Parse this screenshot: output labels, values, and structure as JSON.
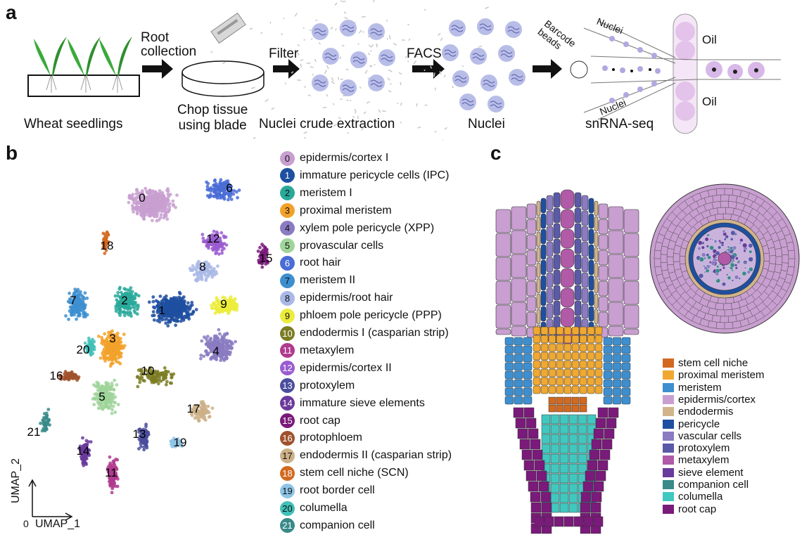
{
  "panel_labels": {
    "a": "a",
    "b": "b",
    "c": "c"
  },
  "workflow": {
    "step1": "Wheat seedlings",
    "arrow1": "Root\ncollection",
    "step2": "Chop tissue\nusing blade",
    "arrow2": "Filter",
    "step3": "Nuclei crude extraction",
    "arrow3": "FACS",
    "step4": "Nuclei",
    "step5": "snRNA-seq",
    "barcode": "Barcode\nbeads",
    "nuclei_top": "Nuclei",
    "nuclei_bottom": "Nuclei",
    "oil_top": "Oil",
    "oil_bottom": "Oil"
  },
  "umap": {
    "xaxis": "UMAP_1",
    "yaxis": "UMAP_2",
    "origin": "0"
  },
  "clusters": [
    {
      "id": "0",
      "label": "epidermis/cortex I",
      "color": "#c89fd0"
    },
    {
      "id": "1",
      "label": "immature pericycle cells (IPC)",
      "color": "#1e4fa0"
    },
    {
      "id": "2",
      "label": "meristem I",
      "color": "#2aa99a"
    },
    {
      "id": "3",
      "label": "proximal meristem",
      "color": "#f2a22a"
    },
    {
      "id": "4",
      "label": "xylem pole pericycle (XPP)",
      "color": "#8a7bc2"
    },
    {
      "id": "5",
      "label": "provascular cells",
      "color": "#9fd49a"
    },
    {
      "id": "6",
      "label": "root hair",
      "color": "#4a6cd6"
    },
    {
      "id": "7",
      "label": "meristem II",
      "color": "#3d8fd0"
    },
    {
      "id": "8",
      "label": "epidermis/root hair",
      "color": "#a9b8e6"
    },
    {
      "id": "9",
      "label": "phloem pole pericycle (PPP)",
      "color": "#ecec3c"
    },
    {
      "id": "10",
      "label": "endodermis I (casparian strip)",
      "color": "#7c7c24"
    },
    {
      "id": "11",
      "label": "metaxylem",
      "color": "#b03a8e"
    },
    {
      "id": "12",
      "label": "epidermis/cortex II",
      "color": "#9a5cd0"
    },
    {
      "id": "13",
      "label": "protoxylem",
      "color": "#4a4e9c"
    },
    {
      "id": "14",
      "label": "immature sieve elements",
      "color": "#6a3a9c"
    },
    {
      "id": "15",
      "label": "root cap",
      "color": "#7a1a7a"
    },
    {
      "id": "16",
      "label": "protophloem",
      "color": "#a0522d"
    },
    {
      "id": "17",
      "label": "endodermis II (casparian strip)",
      "color": "#cdb088"
    },
    {
      "id": "18",
      "label": "stem cell niche (SCN)",
      "color": "#d2691e"
    },
    {
      "id": "19",
      "label": "root border cell",
      "color": "#8ec5e6"
    },
    {
      "id": "20",
      "label": "columella",
      "color": "#40c0b8"
    },
    {
      "id": "21",
      "label": "companion cell",
      "color": "#3a8a8a"
    }
  ],
  "tissue_legend": [
    {
      "label": "stem cell niche",
      "color": "#d2691e"
    },
    {
      "label": "proximal meristem",
      "color": "#f0a830"
    },
    {
      "label": "meristem",
      "color": "#3d8fd0"
    },
    {
      "label": "epidermis/cortex",
      "color": "#c89fd0"
    },
    {
      "label": "endodermis",
      "color": "#d2b48c"
    },
    {
      "label": "pericycle",
      "color": "#1e4fa0"
    },
    {
      "label": "vascular cells",
      "color": "#8a7bc2"
    },
    {
      "label": "protoxylem",
      "color": "#5a5aa8"
    },
    {
      "label": "metaxylem",
      "color": "#b05aa8"
    },
    {
      "label": "sieve element",
      "color": "#6a3a9c"
    },
    {
      "label": "companion cell",
      "color": "#3a8a8a"
    },
    {
      "label": "columella",
      "color": "#40c8c0"
    },
    {
      "label": "root cap",
      "color": "#7a1a7a"
    }
  ]
}
